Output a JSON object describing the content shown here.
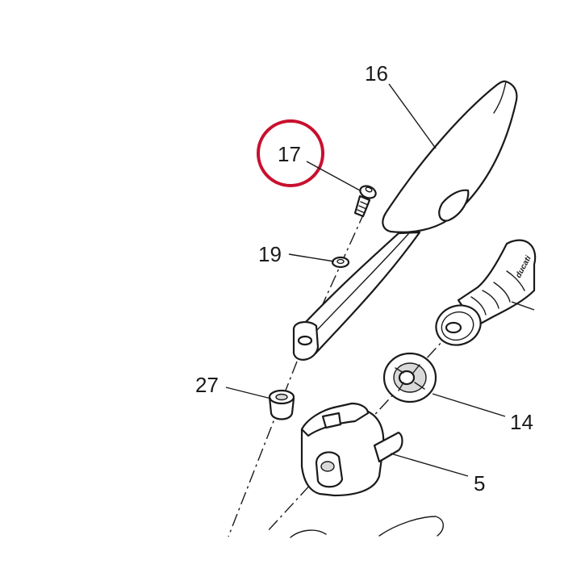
{
  "callouts": {
    "part_16": "16",
    "part_17": "17",
    "part_19": "19",
    "part_27": "27",
    "part_14": "14",
    "part_5": "5"
  },
  "highlight": {
    "target": "17",
    "color": "#c8102e"
  },
  "grip_brand_text": "ducati"
}
